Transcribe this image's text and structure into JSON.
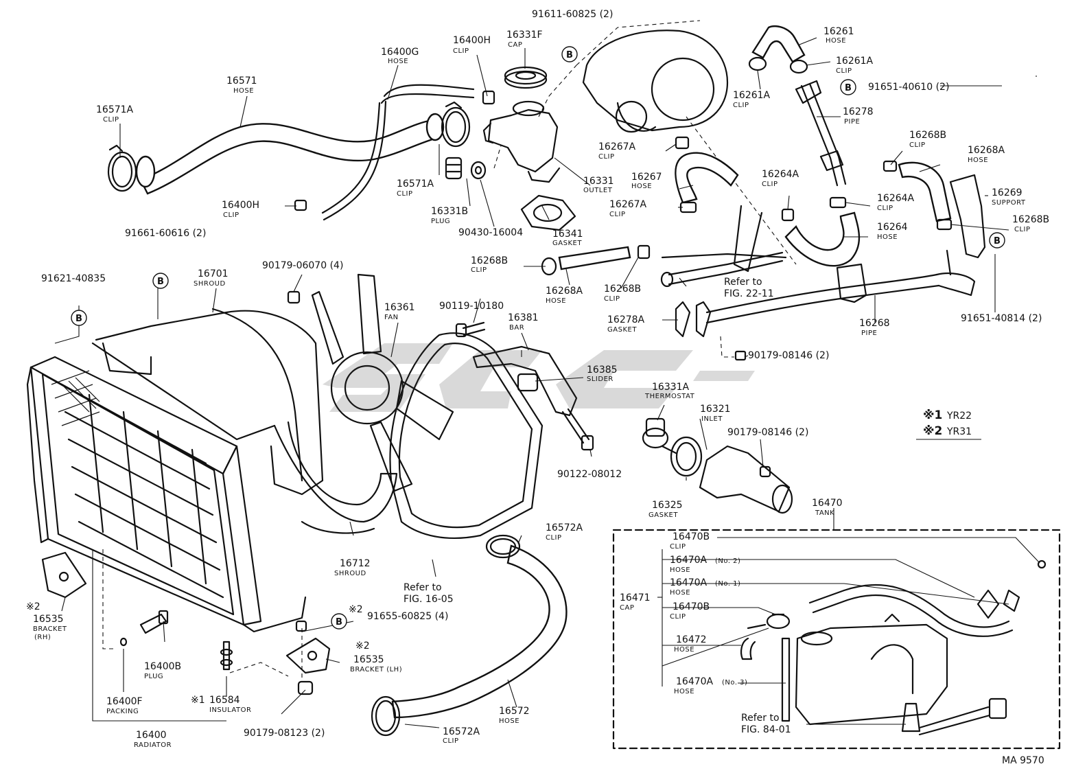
{
  "diagram_code": "MA 9570",
  "legend": [
    {
      "mark": "※1",
      "model": "YR22"
    },
    {
      "mark": "※2",
      "model": "YR31"
    }
  ],
  "b_mark": "B",
  "parts": [
    {
      "id": "p16571A",
      "num": "16571A",
      "name": "CLIP"
    },
    {
      "id": "p16571",
      "num": "16571",
      "name": "HOSE"
    },
    {
      "id": "p16400G",
      "num": "16400G",
      "name": "HOSE"
    },
    {
      "id": "p16400H_top",
      "num": "16400H",
      "name": "CLIP"
    },
    {
      "id": "p16331F",
      "num": "16331F",
      "name": "CAP"
    },
    {
      "id": "p91611",
      "num": "91611-60825 (2)",
      "name": ""
    },
    {
      "id": "p16571A_2",
      "num": "16571A",
      "name": "CLIP"
    },
    {
      "id": "p16331B",
      "num": "16331B",
      "name": "PLUG"
    },
    {
      "id": "p90430",
      "num": "90430-16004",
      "name": ""
    },
    {
      "id": "p16331",
      "num": "16331",
      "name": "OUTLET"
    },
    {
      "id": "p16341",
      "num": "16341",
      "name": "GASKET"
    },
    {
      "id": "p16400H_low",
      "num": "16400H",
      "name": "CLIP"
    },
    {
      "id": "p16261",
      "num": "16261",
      "name": "HOSE"
    },
    {
      "id": "p16261A_r",
      "num": "16261A",
      "name": "CLIP"
    },
    {
      "id": "p16261A_l",
      "num": "16261A",
      "name": "CLIP"
    },
    {
      "id": "p91651_610",
      "num": "91651-40610 (2)",
      "name": ""
    },
    {
      "id": "p16278",
      "num": "16278",
      "name": "PIPE"
    },
    {
      "id": "p16268B_tr",
      "num": "16268B",
      "name": "CLIP"
    },
    {
      "id": "p16268A_tr",
      "num": "16268A",
      "name": "HOSE"
    },
    {
      "id": "p16267A_top",
      "num": "16267A",
      "name": "CLIP"
    },
    {
      "id": "p16267",
      "num": "16267",
      "name": "HOSE"
    },
    {
      "id": "p16267A_low",
      "num": "16267A",
      "name": "CLIP"
    },
    {
      "id": "p16264A_top",
      "num": "16264A",
      "name": "CLIP"
    },
    {
      "id": "p16264A_low",
      "num": "16264A",
      "name": "CLIP"
    },
    {
      "id": "p16264",
      "num": "16264",
      "name": "HOSE"
    },
    {
      "id": "p16269",
      "num": "16269",
      "name": "SUPPORT"
    },
    {
      "id": "p16268B_r",
      "num": "16268B",
      "name": "CLIP"
    },
    {
      "id": "p91661",
      "num": "91661-60616 (2)",
      "name": ""
    },
    {
      "id": "p91621",
      "num": "91621-40835",
      "name": ""
    },
    {
      "id": "p16701",
      "num": "16701",
      "name": "SHROUD"
    },
    {
      "id": "p90179_06070",
      "num": "90179-06070 (4)",
      "name": ""
    },
    {
      "id": "p16268B_ml",
      "num": "16268B",
      "name": "CLIP"
    },
    {
      "id": "p16268A_m",
      "num": "16268A",
      "name": "HOSE"
    },
    {
      "id": "p16268B_m",
      "num": "16268B",
      "name": "CLIP"
    },
    {
      "id": "p90119",
      "num": "90119-10180",
      "name": ""
    },
    {
      "id": "p16361",
      "num": "16361",
      "name": "FAN"
    },
    {
      "id": "p16381",
      "num": "16381",
      "name": "BAR"
    },
    {
      "id": "p16385",
      "num": "16385",
      "name": "SLIDER"
    },
    {
      "id": "p16278A",
      "num": "16278A",
      "name": "GASKET"
    },
    {
      "id": "p16268",
      "num": "16268",
      "name": "PIPE"
    },
    {
      "id": "p91651_814",
      "num": "91651-40814 (2)",
      "name": ""
    },
    {
      "id": "p90179_08146_a",
      "num": "90179-08146 (2)",
      "name": ""
    },
    {
      "id": "p16331A",
      "num": "16331A",
      "name": "THERMOSTAT"
    },
    {
      "id": "p16321",
      "num": "16321",
      "name": "INLET"
    },
    {
      "id": "p90179_08146_b",
      "num": "90179-08146 (2)",
      "name": ""
    },
    {
      "id": "p90122",
      "num": "90122-08012",
      "name": ""
    },
    {
      "id": "p16325",
      "num": "16325",
      "name": "GASKET"
    },
    {
      "id": "p16470",
      "num": "16470",
      "name": "TANK"
    },
    {
      "id": "p16572A_top",
      "num": "16572A",
      "name": "CLIP"
    },
    {
      "id": "p16712",
      "num": "16712",
      "name": "SHROUD"
    },
    {
      "id": "p16535_rh",
      "num": "16535",
      "name": "BRACKET",
      "mark": "※2",
      "side": "(RH)"
    },
    {
      "id": "p91655",
      "num": "91655-60825 (4)",
      "name": "",
      "mark": "※2"
    },
    {
      "id": "p16400B",
      "num": "16400B",
      "name": "PLUG"
    },
    {
      "id": "p16535_lh",
      "num": "16535",
      "name": "BRACKET (LH)",
      "mark": "※2"
    },
    {
      "id": "p16584",
      "num": "16584",
      "name": "INSULATOR",
      "mark": "※1"
    },
    {
      "id": "p16400F",
      "num": "16400F",
      "name": "PACKING"
    },
    {
      "id": "p16400",
      "num": "16400",
      "name": "RADIATOR"
    },
    {
      "id": "p90179_08123",
      "num": "90179-08123 (2)",
      "name": ""
    },
    {
      "id": "p16572",
      "num": "16572",
      "name": "HOSE"
    },
    {
      "id": "p16572A_low",
      "num": "16572A",
      "name": "CLIP"
    },
    {
      "id": "p16470B_top",
      "num": "16470B",
      "name": "CLIP"
    },
    {
      "id": "p16470A_no2",
      "num": "16470A",
      "name": "HOSE",
      "variant": "(No. 2)"
    },
    {
      "id": "p16470A_no1",
      "num": "16470A",
      "name": "HOSE",
      "variant": "(No. 1)"
    },
    {
      "id": "p16471",
      "num": "16471",
      "name": "CAP"
    },
    {
      "id": "p16470B_low",
      "num": "16470B",
      "name": "CLIP"
    },
    {
      "id": "p16472",
      "num": "16472",
      "name": "HOSE"
    },
    {
      "id": "p16470A_no3",
      "num": "16470A",
      "name": "HOSE",
      "variant": "(No. 3)"
    }
  ],
  "refs": [
    {
      "id": "ref_22",
      "line1": "Refer to",
      "line2": "FIG. 22-11"
    },
    {
      "id": "ref_16",
      "line1": "Refer to",
      "line2": "FIG. 16-05"
    },
    {
      "id": "ref_84",
      "line1": "Refer to",
      "line2": "FIG. 84-01"
    }
  ]
}
